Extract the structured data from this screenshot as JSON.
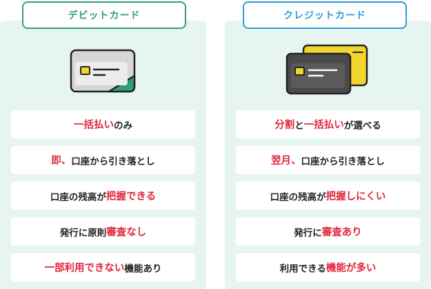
{
  "colors": {
    "panel_bg": "#e6f5ef",
    "debit_accent": "#2f9e7c",
    "credit_accent": "#2a9bd6",
    "highlight": "#e0263a",
    "text": "#222222"
  },
  "debit": {
    "title": "デビットカード",
    "card_icon": "debit-card-icon",
    "items": [
      {
        "parts": [
          {
            "text": "一括払い",
            "em": true
          },
          {
            "text": "のみ",
            "em": false
          }
        ]
      },
      {
        "parts": [
          {
            "text": "即、",
            "em": true
          },
          {
            "text": "口座から引き落とし",
            "em": false
          }
        ]
      },
      {
        "parts": [
          {
            "text": "口座の残高が",
            "em": false
          },
          {
            "text": "把握できる",
            "em": true
          }
        ]
      },
      {
        "parts": [
          {
            "text": "発行に原則",
            "em": false
          },
          {
            "text": "審査なし",
            "em": true
          }
        ]
      },
      {
        "parts": [
          {
            "text": "一部利用できない",
            "em": true
          },
          {
            "text": "機能あり",
            "em": false
          }
        ]
      }
    ]
  },
  "credit": {
    "title": "クレジットカード",
    "card_icon": "credit-cards-icon",
    "items": [
      {
        "parts": [
          {
            "text": "分割",
            "em": true
          },
          {
            "text": "と",
            "em": false
          },
          {
            "text": "一括払い",
            "em": true
          },
          {
            "text": "が選べる",
            "em": false
          }
        ]
      },
      {
        "parts": [
          {
            "text": "翌月、",
            "em": true
          },
          {
            "text": "口座から引き落とし",
            "em": false
          }
        ]
      },
      {
        "parts": [
          {
            "text": "口座の残高が",
            "em": false
          },
          {
            "text": "把握しにくい",
            "em": true
          }
        ]
      },
      {
        "parts": [
          {
            "text": "発行に",
            "em": false
          },
          {
            "text": "審査あり",
            "em": true
          }
        ]
      },
      {
        "parts": [
          {
            "text": "利用できる",
            "em": false
          },
          {
            "text": "機能が多い",
            "em": true
          }
        ]
      }
    ]
  }
}
